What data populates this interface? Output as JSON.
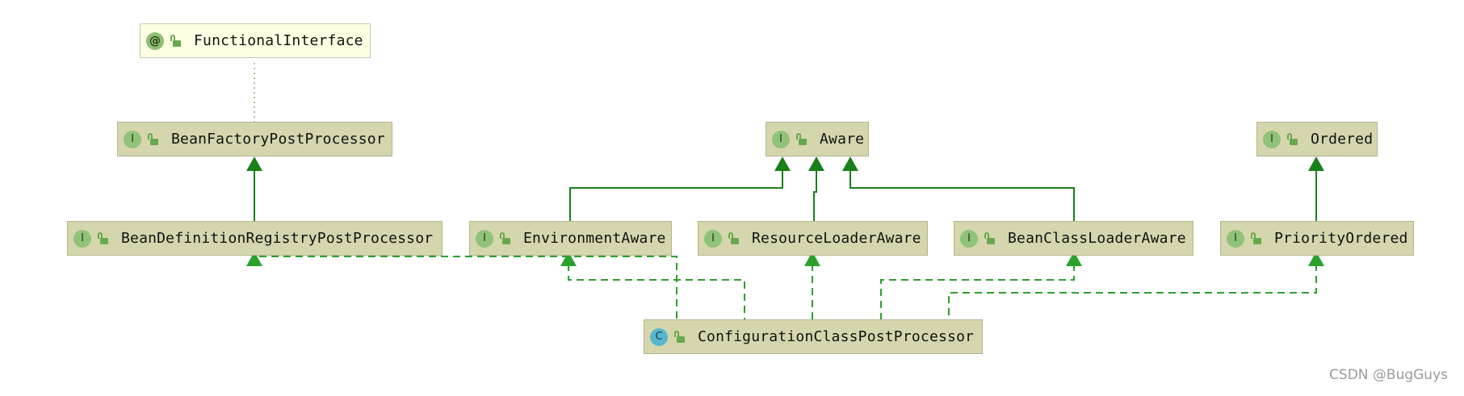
{
  "colors": {
    "solid_edge": "#1a7f1a",
    "dashed_edge": "#2ca02c",
    "dotted_edge": "#a8a070",
    "node_fill": "#d5d6ad",
    "annotation_fill": "#ffffe4"
  },
  "nodes": {
    "functional_interface": {
      "label": "FunctionalInterface",
      "badge": "@",
      "kind": "annotation",
      "icon": "annotation-icon"
    },
    "bean_factory_post_processor": {
      "label": "BeanFactoryPostProcessor",
      "badge": "I",
      "kind": "interface",
      "icon": "interface-icon"
    },
    "aware": {
      "label": "Aware",
      "badge": "I",
      "kind": "interface",
      "icon": "interface-icon"
    },
    "ordered": {
      "label": "Ordered",
      "badge": "I",
      "kind": "interface",
      "icon": "interface-icon"
    },
    "bean_definition_registry_post_processor": {
      "label": "BeanDefinitionRegistryPostProcessor",
      "badge": "I",
      "kind": "interface",
      "icon": "interface-icon"
    },
    "environment_aware": {
      "label": "EnvironmentAware",
      "badge": "I",
      "kind": "interface",
      "icon": "interface-icon"
    },
    "resource_loader_aware": {
      "label": "ResourceLoaderAware",
      "badge": "I",
      "kind": "interface",
      "icon": "interface-icon"
    },
    "bean_class_loader_aware": {
      "label": "BeanClassLoaderAware",
      "badge": "I",
      "kind": "interface",
      "icon": "interface-icon"
    },
    "priority_ordered": {
      "label": "PriorityOrdered",
      "badge": "I",
      "kind": "interface",
      "icon": "interface-icon"
    },
    "configuration_class_post_processor": {
      "label": "ConfigurationClassPostProcessor",
      "badge": "C",
      "kind": "class",
      "icon": "class-icon"
    }
  },
  "edges": [
    {
      "from": "bean_factory_post_processor",
      "to": "functional_interface",
      "type": "annotated"
    },
    {
      "from": "bean_definition_registry_post_processor",
      "to": "bean_factory_post_processor",
      "type": "extends"
    },
    {
      "from": "environment_aware",
      "to": "aware",
      "type": "extends"
    },
    {
      "from": "resource_loader_aware",
      "to": "aware",
      "type": "extends"
    },
    {
      "from": "bean_class_loader_aware",
      "to": "aware",
      "type": "extends"
    },
    {
      "from": "priority_ordered",
      "to": "ordered",
      "type": "extends"
    },
    {
      "from": "configuration_class_post_processor",
      "to": "bean_definition_registry_post_processor",
      "type": "implements"
    },
    {
      "from": "configuration_class_post_processor",
      "to": "environment_aware",
      "type": "implements"
    },
    {
      "from": "configuration_class_post_processor",
      "to": "resource_loader_aware",
      "type": "implements"
    },
    {
      "from": "configuration_class_post_processor",
      "to": "bean_class_loader_aware",
      "type": "implements"
    },
    {
      "from": "configuration_class_post_processor",
      "to": "priority_ordered",
      "type": "implements"
    }
  ],
  "watermark": "CSDN @BugGuys"
}
